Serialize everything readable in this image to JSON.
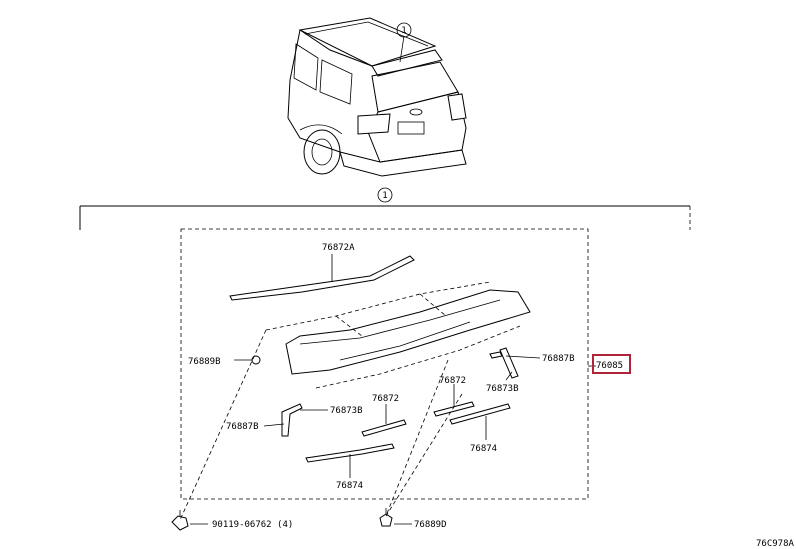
{
  "callout_top": "1",
  "callout_section": "1",
  "labels": {
    "p76872a": "76872A",
    "p76889b": "76889B",
    "p76887b_right": "76887B",
    "p76873b_right": "76873B",
    "p76085": "76085",
    "p76872": "76872",
    "p76872_center": "76872",
    "p76873b_left": "76873B",
    "p76887b_left": "76887B",
    "p76874_right": "76874",
    "p76874_left": "76874",
    "p90119": "90119-06762 (4)",
    "p76889d": "76889D"
  },
  "diagram_code": "76C978A"
}
